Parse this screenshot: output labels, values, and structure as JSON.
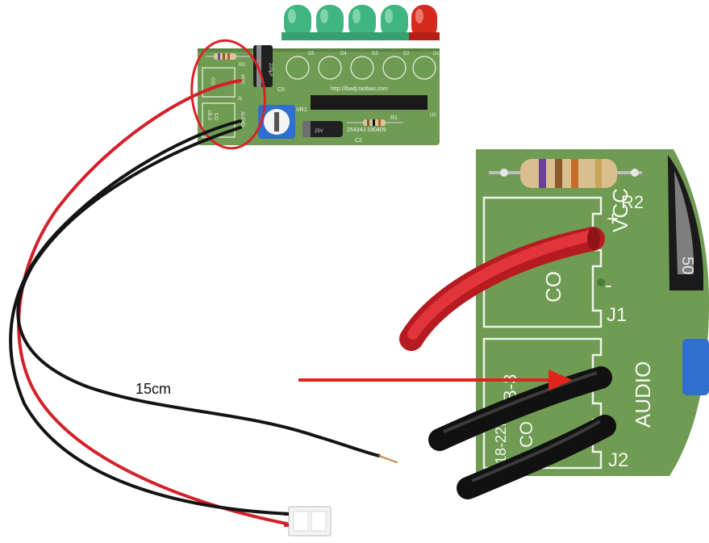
{
  "colors": {
    "pcb": "#6f9b52",
    "pcb_dark": "#5a8442",
    "silkscreen": "#eef4e8",
    "wire_red": "#d4202a",
    "wire_black": "#141414",
    "led_green": "#3fb582",
    "led_red": "#d62a1e",
    "highlight_ellipse": "#d9222a",
    "arrow": "#e0241c"
  },
  "small_board": {
    "url": "http://lbadj.taobao.com",
    "leds": [
      "D5",
      "D4",
      "D3",
      "D2",
      "D1"
    ],
    "labels": {
      "r2": "R2",
      "vcc": "VCC",
      "j1": "J1",
      "c5": "C5",
      "vr1": "VR1",
      "r1": "R1",
      "c2": "C2",
      "audio": "AUDIO",
      "co1": "CO",
      "co2": "CO",
      "part": "1B-3",
      "code": "25434J-190409",
      "cap": "220μF",
      "u": "U2",
      "cap_small": "25V"
    }
  },
  "zoom_board": {
    "labels": {
      "r2": "R2",
      "plus": "+",
      "vcc": "VCC",
      "minus": "-",
      "j1": "J1",
      "co_top": "CO",
      "audio": "AUDIO",
      "j2": "J2",
      "code_side": "18-22f",
      "part": "1B-3",
      "co_bottom": "CO",
      "cap_fragment": "50"
    }
  },
  "caption": {
    "wire_length": "15cm"
  }
}
